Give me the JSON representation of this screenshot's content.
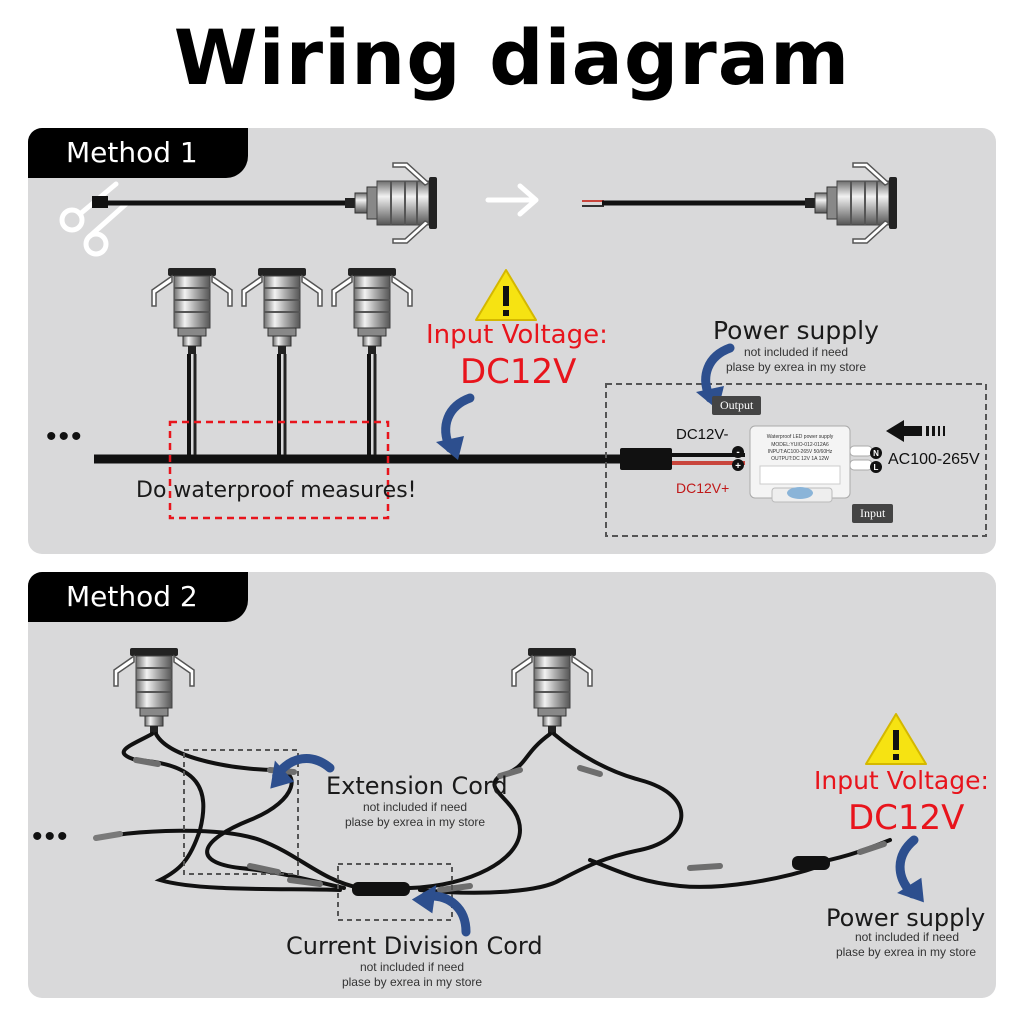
{
  "title": "Wiring diagram",
  "method1": {
    "tab": "Method 1",
    "input_voltage_label": "Input Voltage:",
    "input_voltage_value": "DC12V",
    "power_supply_title": "Power supply",
    "power_supply_note_1": "not included if need",
    "power_supply_note_2": "plase by exrea in my store",
    "output_tag": "Output",
    "input_tag": "Input",
    "dc_minus": "DC12V-",
    "dc_plus": "DC12V+",
    "ac_label": "AC100-265V",
    "waterproof_note": "Do waterproof measures!",
    "ellipsis": "•••",
    "psu_label": {
      "line1": "Waterproof LED power supply",
      "line2": "MODEL:YUIO-012-012A6",
      "line3": "INPUT:AC100-265V  50/60Hz",
      "line4": "OUTPUT:DC 12V  1A  12W"
    },
    "terminal_n": "N",
    "terminal_l": "L"
  },
  "method2": {
    "tab": "Method 2",
    "extension_title": "Extension Cord",
    "extension_note_1": "not included if need",
    "extension_note_2": "plase by exrea in my store",
    "division_title": "Current Division Cord",
    "division_note_1": "not included if need",
    "division_note_2": "plase by exrea in my store",
    "input_voltage_label": "Input Voltage:",
    "input_voltage_value": "DC12V",
    "power_supply_title": "Power supply",
    "power_supply_note_1": "not included if need",
    "power_supply_note_2": "plase by exrea in my store",
    "ellipsis": "•••"
  },
  "colors": {
    "accent_red": "#e8141c",
    "arrow_blue": "#2d4f8e",
    "warning_yellow": "#f6e312",
    "panel_gray": "#d9d9da"
  },
  "icons": [
    "scissors-icon",
    "warning-icon",
    "curved-arrow-icon",
    "right-arrow-icon",
    "input-arrow-icon"
  ]
}
